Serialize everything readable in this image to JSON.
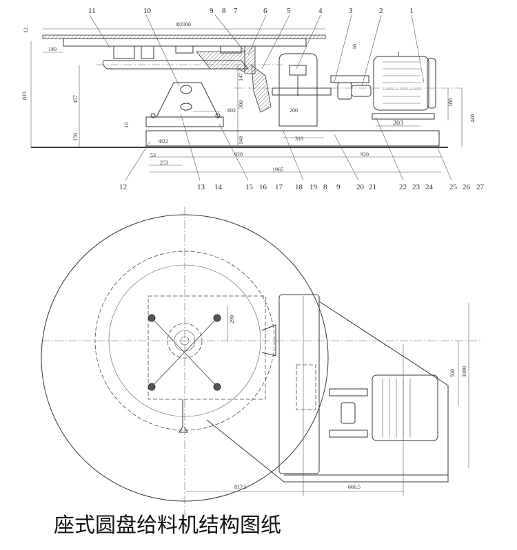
{
  "caption": "座式圆盘给料机结构图纸",
  "side_view": {
    "part_labels_top": [
      "11",
      "10",
      "9",
      "8",
      "7",
      "6",
      "5",
      "4",
      "3",
      "2",
      "1"
    ],
    "part_labels_bottom": [
      "12",
      "13",
      "14",
      "15",
      "16",
      "17",
      "18",
      "19",
      "8",
      "9",
      "20",
      "21",
      "22",
      "23",
      "24",
      "25",
      "26",
      "27"
    ],
    "dimensions": {
      "disc_diameter": "Φ2000",
      "disc_thickness": "12",
      "rim_offset": "140",
      "gap": "18",
      "total_height": "810",
      "arm_height": "457",
      "gear_height": "147",
      "reducer_height": "300",
      "shaft_offset": "602",
      "reducer_width": "200",
      "motor_height": "180",
      "motor_base": "203",
      "motor_total": "440",
      "base_gap": "10",
      "base_height": "150",
      "reducer_base": "140",
      "bolt_dia": "Φ22",
      "edge_offset": "53",
      "bolt_spacing": "253",
      "reducer_foot": "310",
      "left_span": "920",
      "right_span": "920",
      "total_length": "1965"
    }
  },
  "top_view": {
    "dimensions": {
      "arm_offset": "290",
      "motor_offset": "500",
      "frame_width": "1000",
      "left_length": "817.5",
      "right_length": "666.5"
    }
  }
}
